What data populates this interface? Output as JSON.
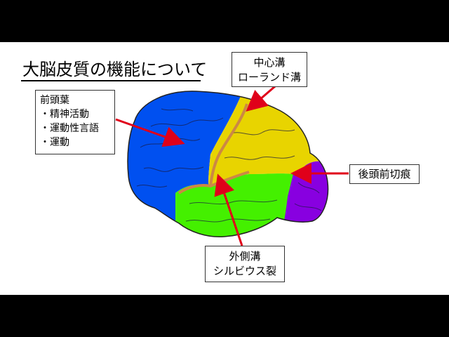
{
  "title": "大脳皮質の機能について",
  "frontal_box": {
    "heading": "前頭葉",
    "items": [
      "・精神活動",
      "・運動性言語",
      "・運動"
    ]
  },
  "central_sulcus_box": {
    "line1": "中心溝",
    "line2": "ローランド溝"
  },
  "parieto_occipital_box": {
    "label": "後頭前切痕"
  },
  "lateral_sulcus_box": {
    "line1": "外側溝",
    "line2": "シルビウス裂"
  },
  "colors": {
    "frontal": "#0050f0",
    "parietal": "#e8d400",
    "temporal": "#44f000",
    "occipital": "#8800e0",
    "sulcus": "#cc8844",
    "arrow": "#e0001a"
  }
}
